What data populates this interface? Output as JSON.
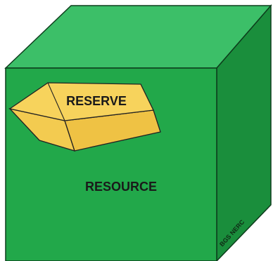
{
  "diagram": {
    "reserve_label": "RESERVE",
    "resource_label": "RESOURCE",
    "credit": "BGS NERC"
  },
  "colors": {
    "cube_front": "#22a84a",
    "cube_top": "#3cbf68",
    "cube_side": "#1a8e3c",
    "cube_edge": "#0d3d1c",
    "bar_top": "#f7d35c",
    "bar_front": "#efc244",
    "bar_left": "#f3cb50",
    "bar_right": "#e6b838",
    "bar_edge": "#222222",
    "label_text": "#1a1a1a"
  }
}
